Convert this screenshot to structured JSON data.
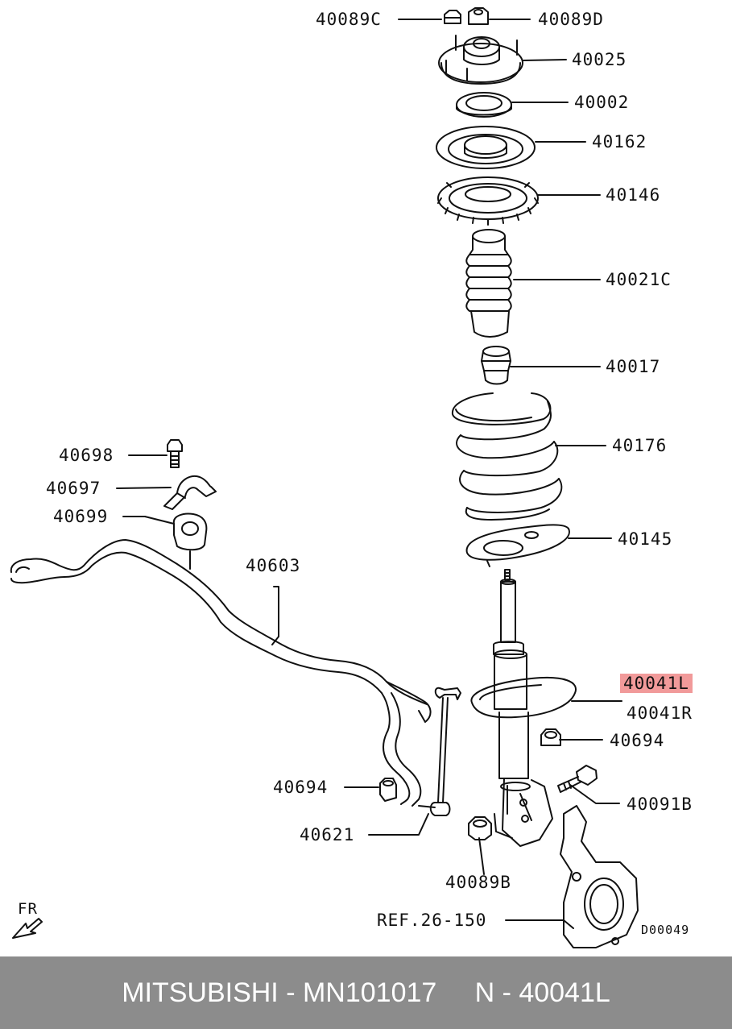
{
  "labels": {
    "p40089C": "40089C",
    "p40089D": "40089D",
    "p40025": "40025",
    "p40002": "40002",
    "p40162": "40162",
    "p40146": "40146",
    "p40021C": "40021C",
    "p40017": "40017",
    "p40176": "40176",
    "p40145": "40145",
    "p40698": "40698",
    "p40697": "40697",
    "p40699": "40699",
    "p40603": "40603",
    "p40041L": "40041L",
    "p40041R": "40041R",
    "p40694a": "40694",
    "p40694b": "40694",
    "p40091B": "40091B",
    "p40621": "40621",
    "p40089B": "40089B",
    "ref": "REF.26-150",
    "fr": "FR",
    "diagram_code": "D00049"
  },
  "highlight_color": "#f19a9a",
  "footer": {
    "brand": "MITSUBISHI",
    "separator": " - ",
    "part_number": "MN101017",
    "gap": "     ",
    "catalog_ref": "N - 40041L"
  }
}
